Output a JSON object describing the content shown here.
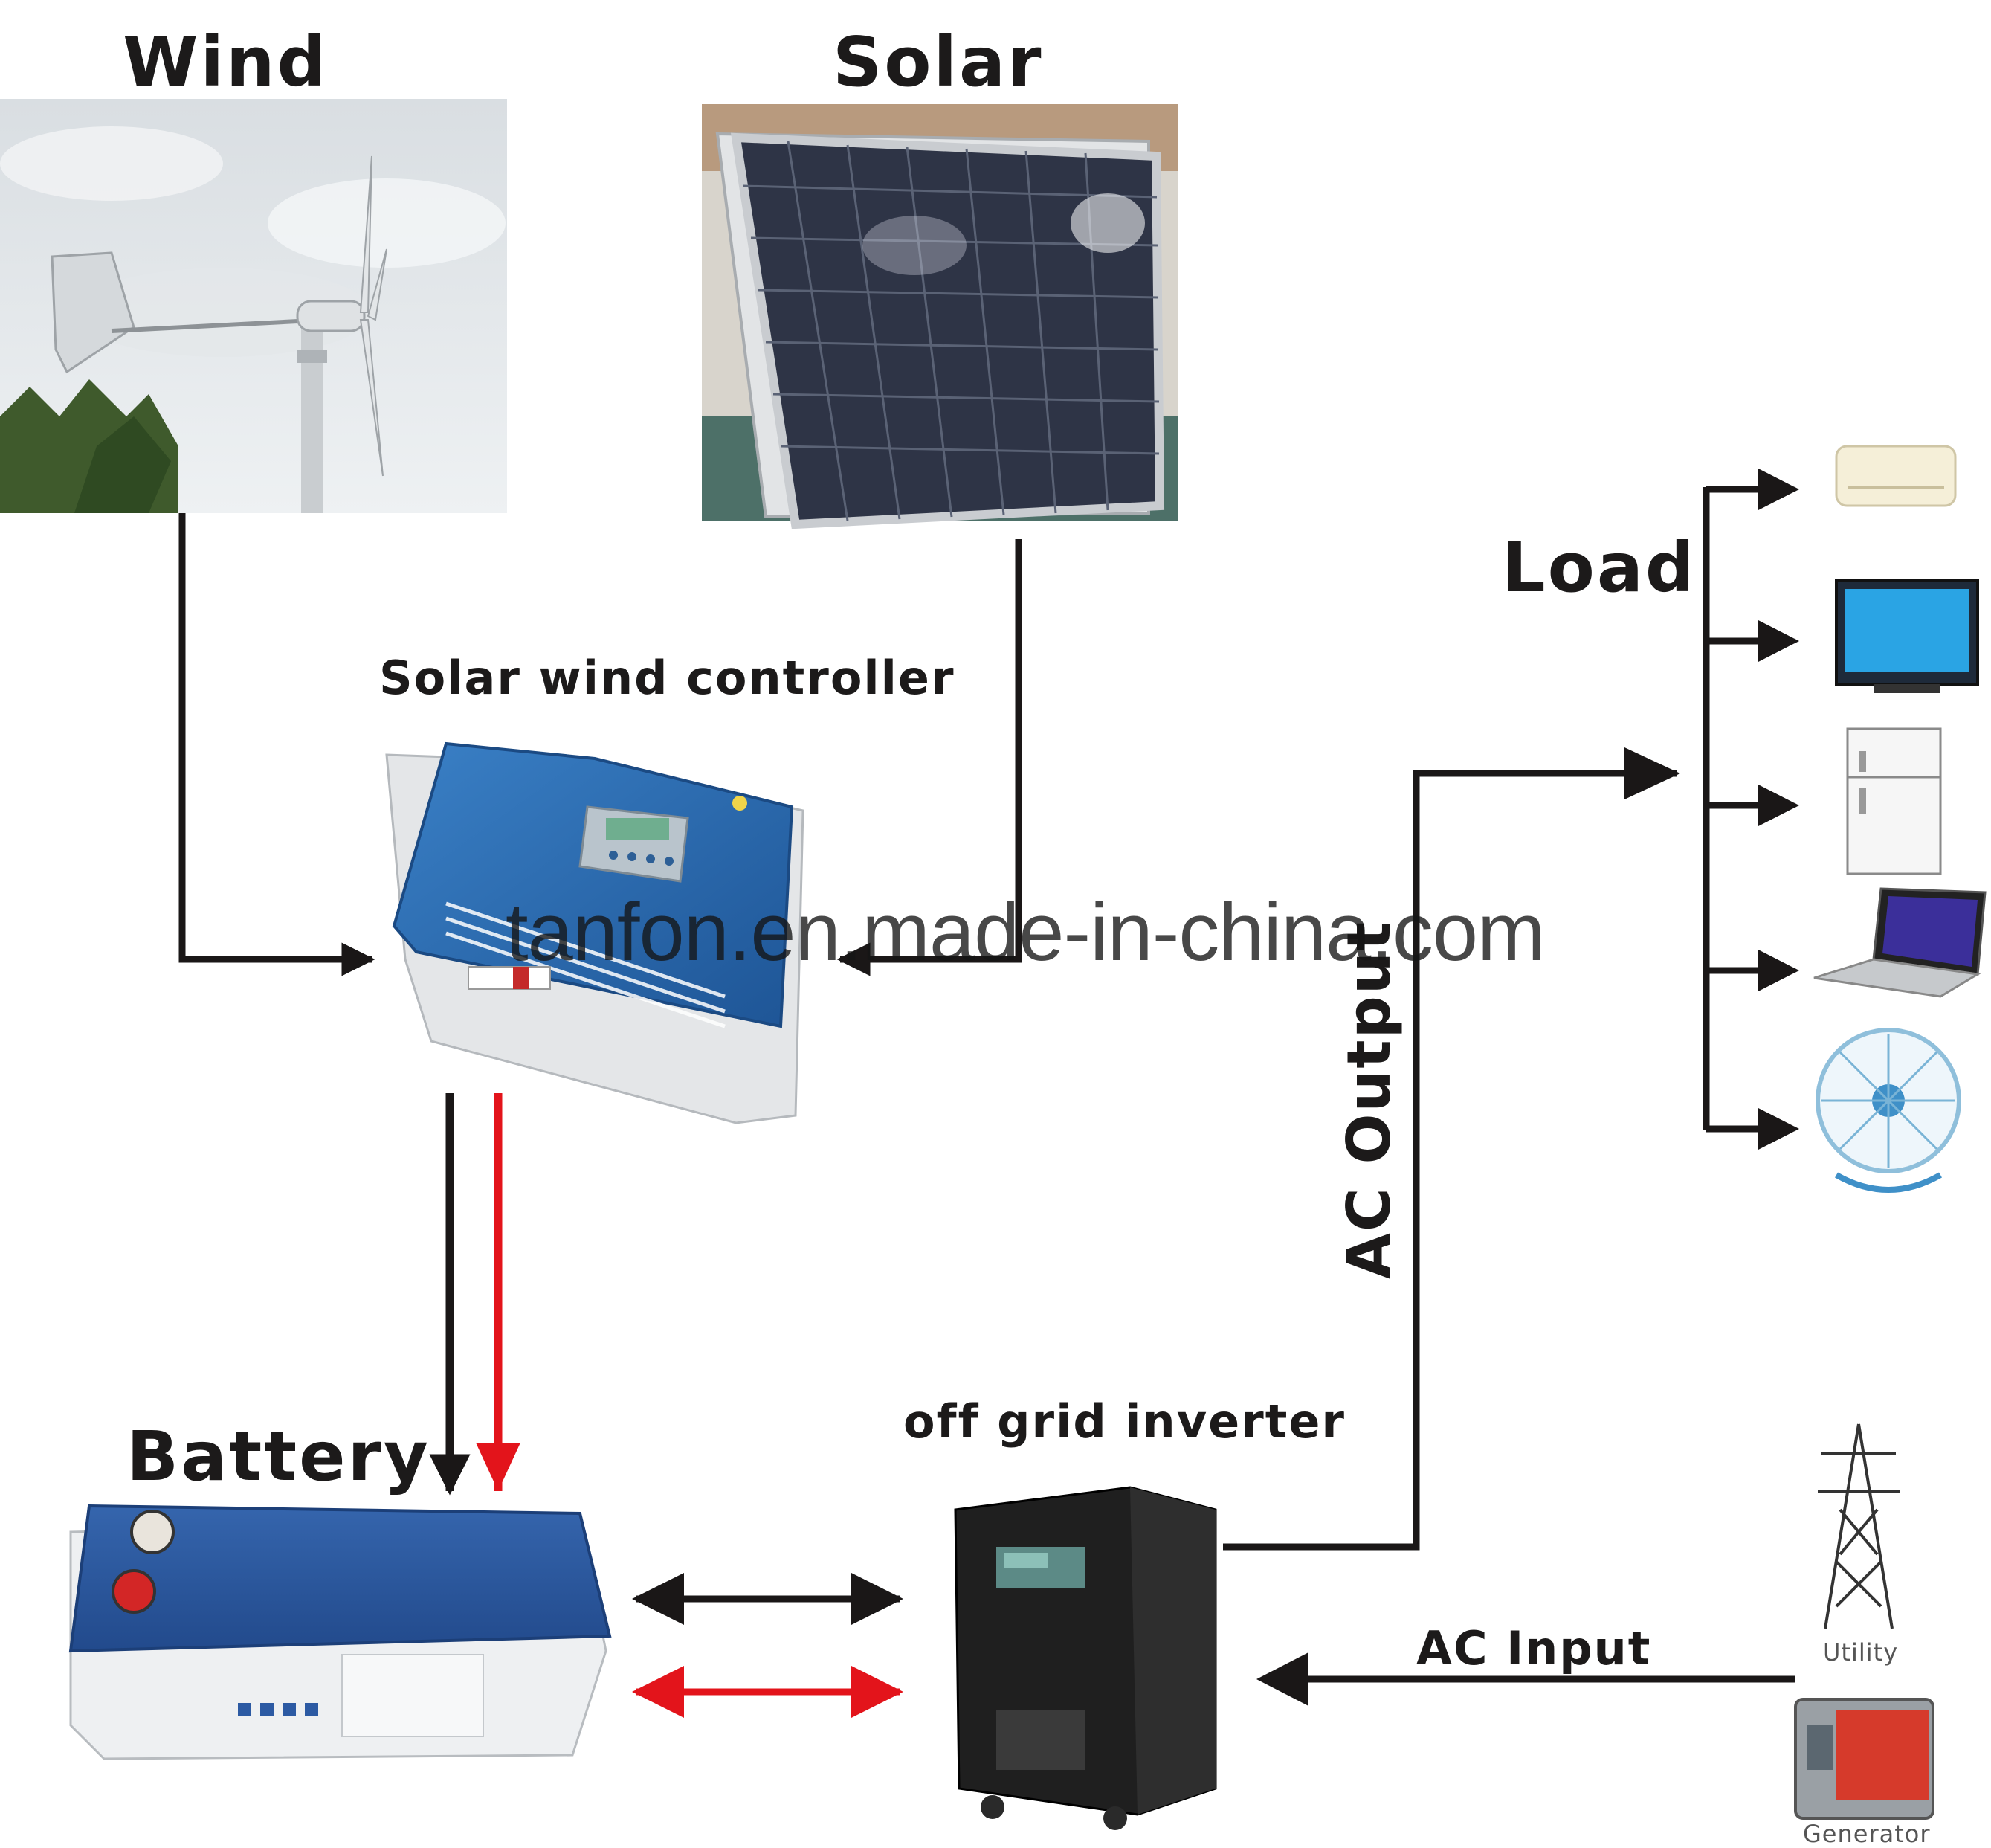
{
  "sources": {
    "wind": "Wind",
    "solar": "Solar"
  },
  "controller": "Solar wind controller",
  "load": "Load",
  "battery": "Battery",
  "inverter": "off grid inverter",
  "ac_output": "AC Output",
  "ac_input": "AC Input",
  "utility": "Utility",
  "generator": "Generator",
  "watermark": "tanfon.en.made-in-china.com",
  "colors": {
    "line_black": "#1a1717",
    "line_red": "#e3141b",
    "controller_blue": "#2f6fb5",
    "battery_blue": "#2c5aa3",
    "inverter_black": "#1f1f1f",
    "panel_dark": "#2b3140"
  },
  "load_devices": [
    "air-conditioner",
    "tv",
    "refrigerator",
    "laptop",
    "fan"
  ]
}
